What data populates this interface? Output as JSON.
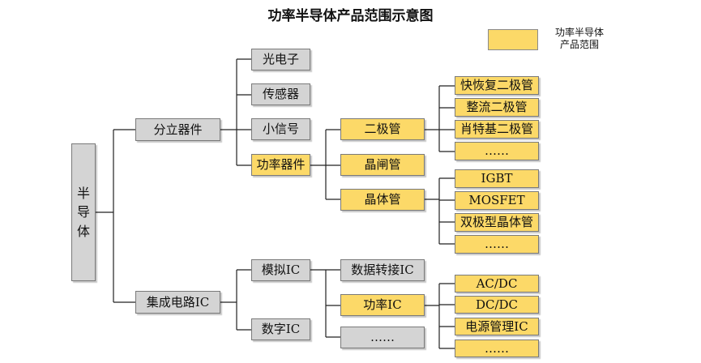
{
  "title": "功率半导体产品范围示意图",
  "legend": {
    "label_line1": "功率半导体",
    "label_line2": "产品范围",
    "swatch_color": "#fcd968"
  },
  "colors": {
    "in_scope": "#fcd968",
    "out_of_scope": "#d4d4d4"
  },
  "root": {
    "label": "半导体",
    "chars": [
      "半",
      "导",
      "体"
    ]
  },
  "level1": {
    "discrete": "分立器件",
    "ic": "集成电路IC"
  },
  "discrete_children": {
    "optoelectronic": "光电子",
    "sensor": "传感器",
    "small_signal": "小信号",
    "power_device": "功率器件"
  },
  "power_device_children": {
    "diode": "二极管",
    "thyristor": "晶闸管",
    "transistor": "晶体管"
  },
  "diode_children": [
    "快恢复二极管",
    "整流二极管",
    "肖特基二极管",
    "……"
  ],
  "transistor_children": [
    "IGBT",
    "MOSFET",
    "双极型晶体管",
    "……"
  ],
  "ic_children": {
    "analog": "模拟IC",
    "digital": "数字IC"
  },
  "analog_children": {
    "data_converter": "数据转接IC",
    "power_ic": "功率IC",
    "more": "……"
  },
  "power_ic_children": [
    "AC/DC",
    "DC/DC",
    "电源管理IC",
    "……"
  ]
}
